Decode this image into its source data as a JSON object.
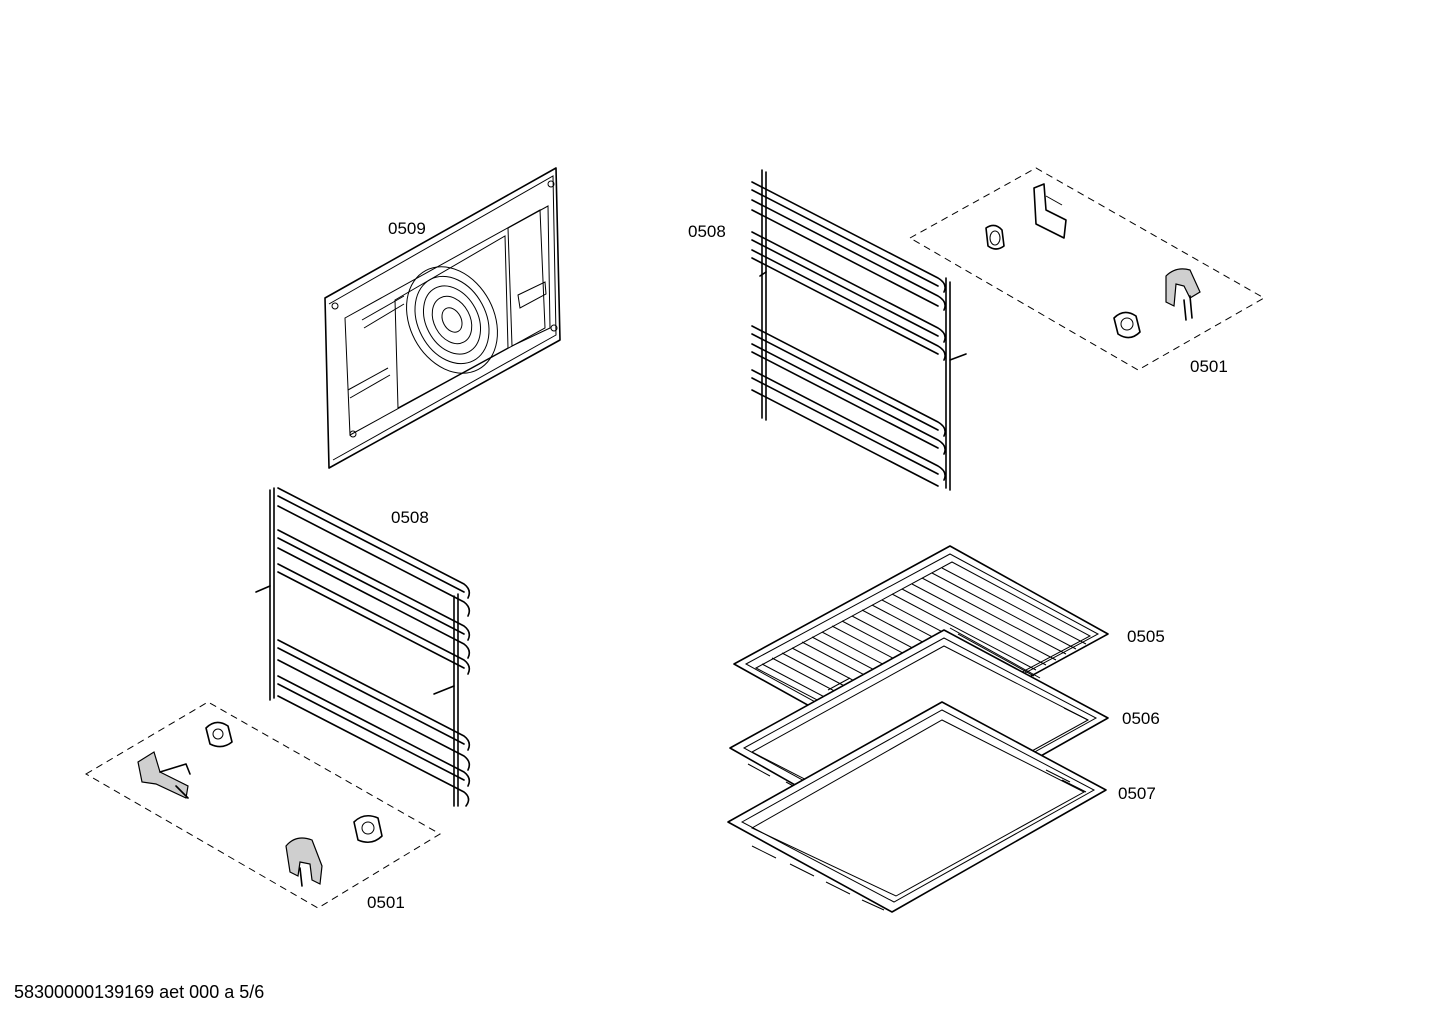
{
  "labels": {
    "back_panel": "0509",
    "rail_right": "0508",
    "clips_right": "0501",
    "rail_left": "0508",
    "clips_left": "0501",
    "wire_rack": "0505",
    "tray_shallow": "0506",
    "tray_deep": "0507"
  },
  "footer": {
    "doc_id": "58300000139169 aet 000 a 5/6"
  }
}
